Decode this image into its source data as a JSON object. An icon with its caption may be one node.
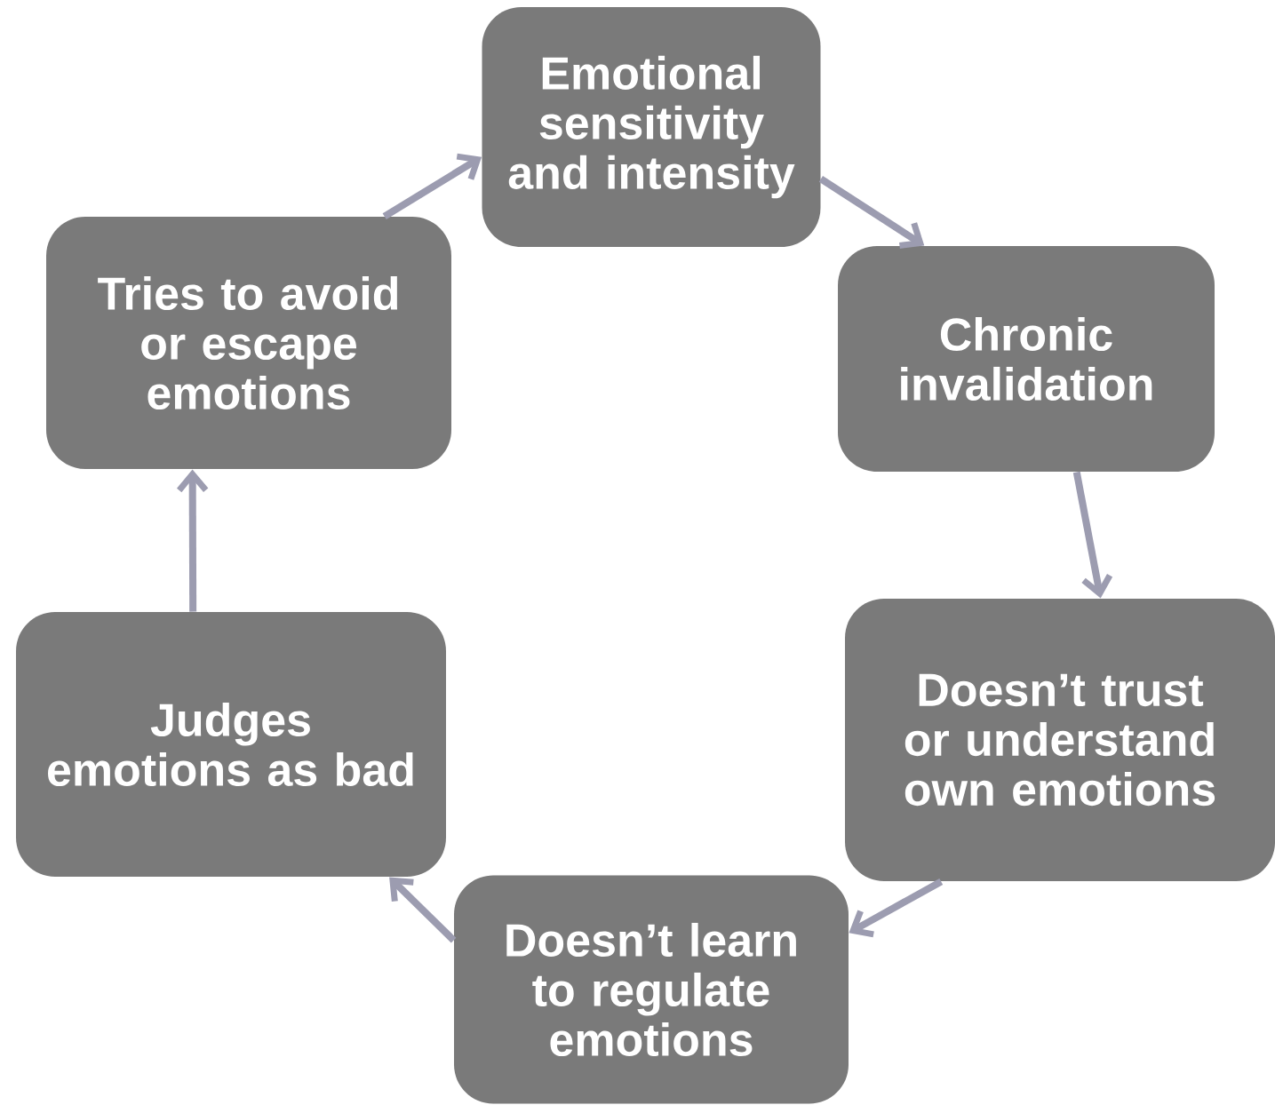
{
  "diagram": {
    "nodes": [
      {
        "text": [
          "Emotional sensitivity and intensity"
        ]
      },
      {
        "text": [
          "Chronic invalidation"
        ]
      },
      {
        "text": [
          "Doesn’t trust or understand own emotions"
        ]
      },
      {
        "text": [
          "Doesn’t learn to regulate emotions"
        ]
      },
      {
        "text": [
          "Judges emotions as bad"
        ]
      },
      {
        "text": [
          "Tries to avoid or escape emotions"
        ]
      }
    ],
    "edges": [
      {
        "from": 0,
        "to": 1,
        "arrow": "to"
      },
      {
        "from": 1,
        "to": 2,
        "arrow": "to"
      },
      {
        "from": 2,
        "to": 3,
        "arrow": "to"
      },
      {
        "from": 3,
        "to": 4,
        "arrow": "to"
      },
      {
        "from": 4,
        "to": 5,
        "arrow": "to"
      },
      {
        "from": 5,
        "to": 0,
        "arrow": "to"
      }
    ]
  }
}
